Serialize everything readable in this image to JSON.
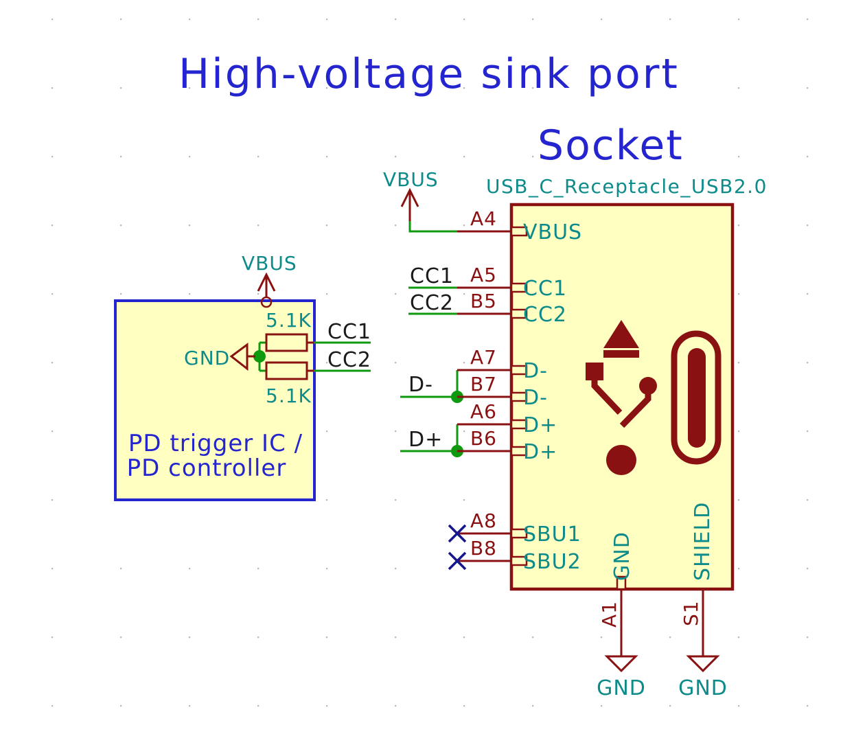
{
  "title": "High-voltage sink port",
  "socket": {
    "heading": "Socket",
    "lib_name": "USB_C_Receptacle_USB2.0",
    "pins_left": [
      {
        "number": "A4",
        "name": "VBUS"
      },
      {
        "number": "A5",
        "name": "CC1"
      },
      {
        "number": "B5",
        "name": "CC2"
      },
      {
        "number": "A7",
        "name": "D-"
      },
      {
        "number": "B7",
        "name": "D-"
      },
      {
        "number": "A6",
        "name": "D+"
      },
      {
        "number": "B6",
        "name": "D+"
      },
      {
        "number": "A8",
        "name": "SBU1"
      },
      {
        "number": "B8",
        "name": "SBU2"
      }
    ],
    "pins_bottom": [
      {
        "number": "A1",
        "name": "GND"
      },
      {
        "number": "S1",
        "name": "SHIELD"
      }
    ]
  },
  "pd_block": {
    "line1": "PD trigger IC /",
    "line2": "PD controller",
    "resistor_top_value": "5.1K",
    "resistor_bottom_value": "5.1K",
    "gnd_label": "GND"
  },
  "net_labels": {
    "cc1": "CC1",
    "cc2": "CC2",
    "dminus": "D-",
    "dplus": "D+"
  },
  "power": {
    "vbus": "VBUS",
    "gnd": "GND"
  },
  "colors": {
    "wire_green": "#0e9a0e",
    "device_red": "#8a1111",
    "pin_name_teal": "#0d8b8b",
    "annotation_blue": "#2525cf",
    "no_connect_navy": "#16168c",
    "net_label_black": "#1a1a1a",
    "symbol_fill_yellow": "#ffffc2",
    "background": "#ffffff",
    "grid_dot": "#bbbbbb"
  }
}
